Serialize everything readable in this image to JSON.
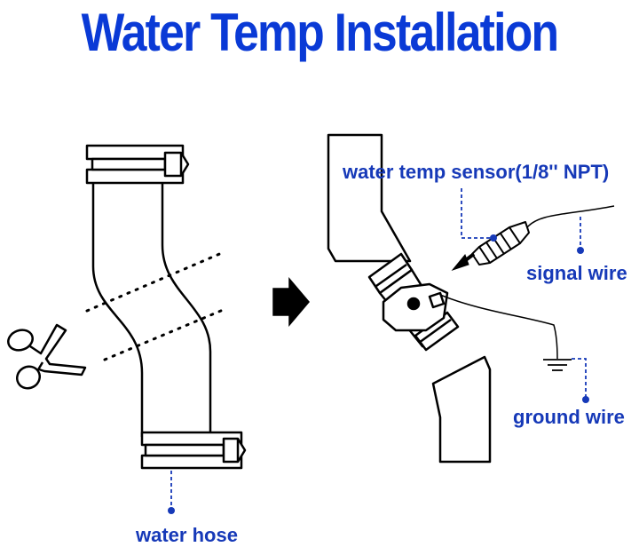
{
  "title": "Water Temp Installation",
  "colors": {
    "title": "#0a3ad6",
    "label": "#1639b8",
    "line": "#000000",
    "pointer": "#1639b8"
  },
  "labels": {
    "sensor": "water temp sensor(1/8'' NPT)",
    "signal": "signal wire",
    "ground": "ground wire",
    "hose": "water hose"
  },
  "icons": {
    "scissors": "scissors-icon",
    "arrow": "right-arrow-icon",
    "ground": "ground-symbol-icon"
  }
}
